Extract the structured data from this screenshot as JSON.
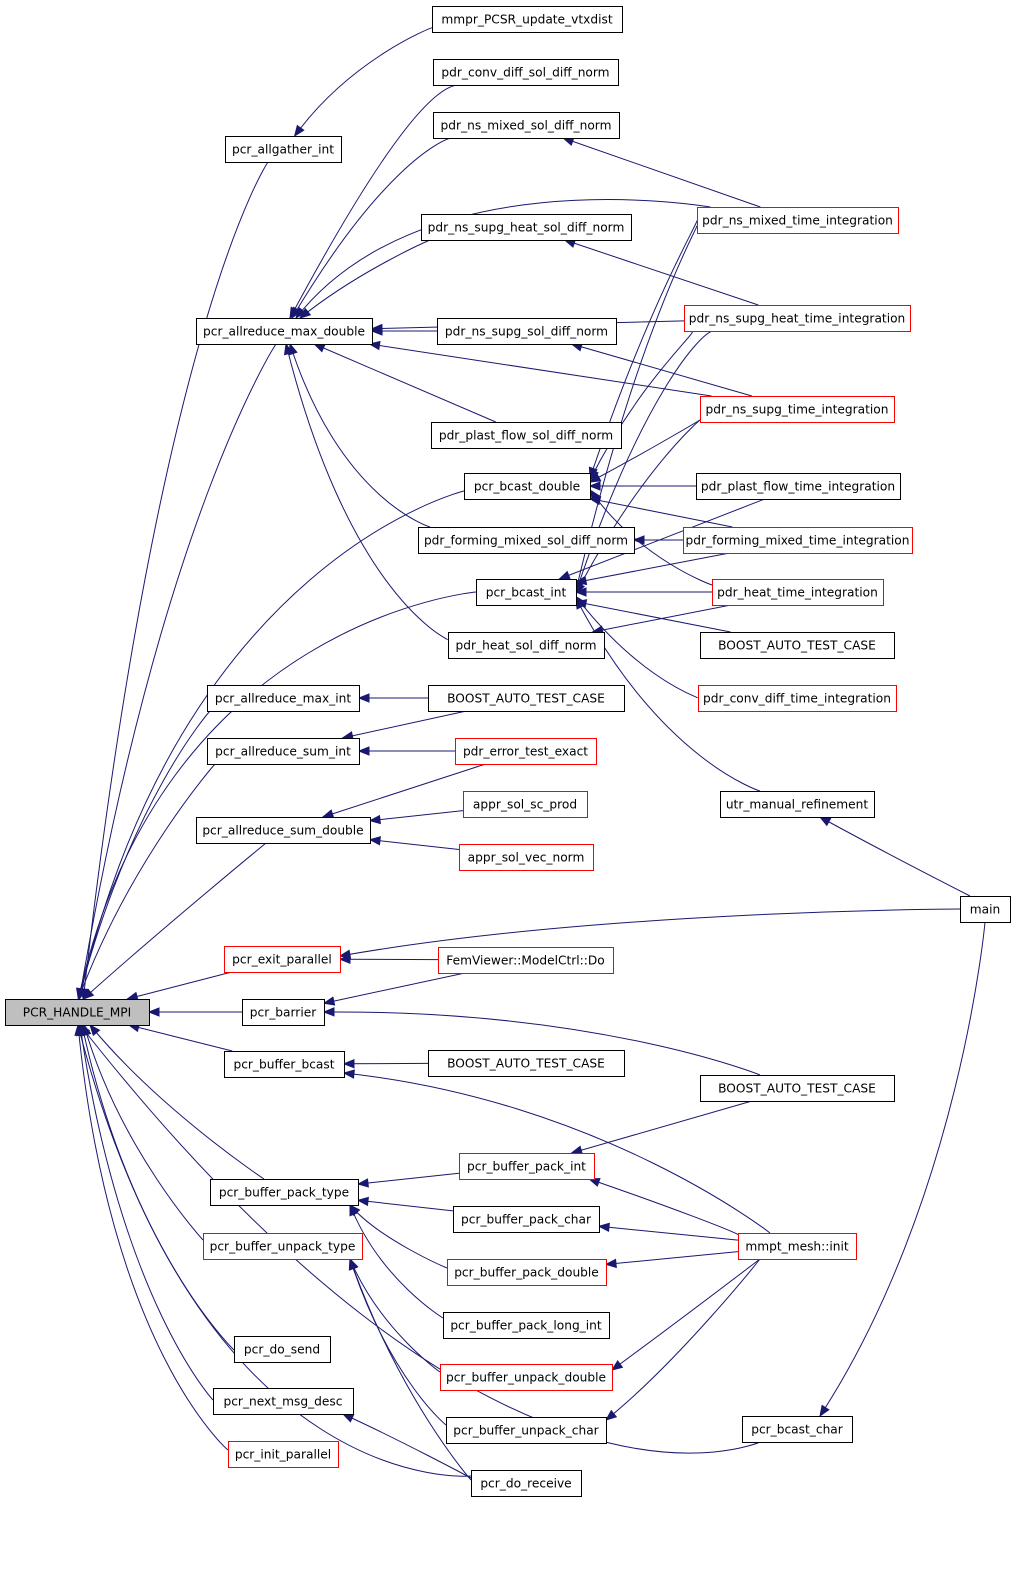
{
  "diagram": {
    "nodes": [
      {
        "id": "root",
        "label": "PCR_HANDLE_MPI",
        "border": "root",
        "bg": "#bfbfbf"
      },
      {
        "id": "mmpr_pcsr",
        "label": "mmpr_PCSR_update_vtxdist",
        "border": "black"
      },
      {
        "id": "pcr_allgather_int",
        "label": "pcr_allgather_int",
        "border": "black"
      },
      {
        "id": "pdr_conv_diff_sol",
        "label": "pdr_conv_diff_sol_diff_norm",
        "border": "black"
      },
      {
        "id": "pdr_ns_mixed_sol",
        "label": "pdr_ns_mixed_sol_diff_norm",
        "border": "black"
      },
      {
        "id": "pdr_ns_mixed_time",
        "label": "pdr_ns_mixed_time_integration",
        "border": "red"
      },
      {
        "id": "pdr_ns_supg_heat_sol",
        "label": "pdr_ns_supg_heat_sol_diff_norm",
        "border": "black"
      },
      {
        "id": "pdr_ns_supg_heat_time",
        "label": "pdr_ns_supg_heat_time_integration",
        "border": "red"
      },
      {
        "id": "pcr_allreduce_max_double",
        "label": "pcr_allreduce_max_double",
        "border": "black"
      },
      {
        "id": "pdr_ns_supg_sol",
        "label": "pdr_ns_supg_sol_diff_norm",
        "border": "black"
      },
      {
        "id": "pdr_ns_supg_time",
        "label": "pdr_ns_supg_time_integration",
        "border": "red"
      },
      {
        "id": "pdr_plast_flow_sol",
        "label": "pdr_plast_flow_sol_diff_norm",
        "border": "black"
      },
      {
        "id": "pcr_bcast_double",
        "label": "pcr_bcast_double",
        "border": "black"
      },
      {
        "id": "pdr_plast_flow_time",
        "label": "pdr_plast_flow_time_integration",
        "border": "black"
      },
      {
        "id": "pdr_forming_mixed_sol",
        "label": "pdr_forming_mixed_sol_diff_norm",
        "border": "black"
      },
      {
        "id": "pdr_forming_mixed_time",
        "label": "pdr_forming_mixed_time_integration",
        "border": "red"
      },
      {
        "id": "pcr_bcast_int",
        "label": "pcr_bcast_int",
        "border": "black"
      },
      {
        "id": "pdr_heat_time",
        "label": "pdr_heat_time_integration",
        "border": "red"
      },
      {
        "id": "pdr_heat_sol",
        "label": "pdr_heat_sol_diff_norm",
        "border": "black"
      },
      {
        "id": "boost1",
        "label": "BOOST_AUTO_TEST_CASE",
        "border": "black"
      },
      {
        "id": "pdr_conv_diff_time",
        "label": "pdr_conv_diff_time_integration",
        "border": "red"
      },
      {
        "id": "pcr_allreduce_max_int",
        "label": "pcr_allreduce_max_int",
        "border": "black"
      },
      {
        "id": "boost2",
        "label": "BOOST_AUTO_TEST_CASE",
        "border": "black"
      },
      {
        "id": "pcr_allreduce_sum_int",
        "label": "pcr_allreduce_sum_int",
        "border": "black"
      },
      {
        "id": "pdr_error_test_exact",
        "label": "pdr_error_test_exact",
        "border": "red"
      },
      {
        "id": "utr_manual_refinement",
        "label": "utr_manual_refinement",
        "border": "black"
      },
      {
        "id": "appr_sol_sc_prod",
        "label": "appr_sol_sc_prod",
        "border": "red"
      },
      {
        "id": "pcr_allreduce_sum_double",
        "label": "pcr_allreduce_sum_double",
        "border": "black"
      },
      {
        "id": "appr_sol_vec_norm",
        "label": "appr_sol_vec_norm",
        "border": "red"
      },
      {
        "id": "main",
        "label": "main",
        "border": "black"
      },
      {
        "id": "pcr_exit_parallel",
        "label": "pcr_exit_parallel",
        "border": "red"
      },
      {
        "id": "femviewer",
        "label": "FemViewer::ModelCtrl::Do",
        "border": "red"
      },
      {
        "id": "pcr_barrier",
        "label": "pcr_barrier",
        "border": "black"
      },
      {
        "id": "pcr_buffer_bcast",
        "label": "pcr_buffer_bcast",
        "border": "black"
      },
      {
        "id": "boost3",
        "label": "BOOST_AUTO_TEST_CASE",
        "border": "black"
      },
      {
        "id": "boost4",
        "label": "BOOST_AUTO_TEST_CASE",
        "border": "black"
      },
      {
        "id": "pcr_buffer_pack_int",
        "label": "pcr_buffer_pack_int",
        "border": "red"
      },
      {
        "id": "pcr_buffer_pack_type",
        "label": "pcr_buffer_pack_type",
        "border": "black"
      },
      {
        "id": "pcr_buffer_pack_char",
        "label": "pcr_buffer_pack_char",
        "border": "black"
      },
      {
        "id": "pcr_buffer_unpack_type",
        "label": "pcr_buffer_unpack_type",
        "border": "red"
      },
      {
        "id": "mmpt_mesh_init",
        "label": "mmpt_mesh::init",
        "border": "red"
      },
      {
        "id": "pcr_buffer_pack_double",
        "label": "pcr_buffer_pack_double",
        "border": "red"
      },
      {
        "id": "pcr_buffer_pack_long_int",
        "label": "pcr_buffer_pack_long_int",
        "border": "black"
      },
      {
        "id": "pcr_do_send",
        "label": "pcr_do_send",
        "border": "black"
      },
      {
        "id": "pcr_buffer_unpack_double",
        "label": "pcr_buffer_unpack_double",
        "border": "red"
      },
      {
        "id": "pcr_next_msg_desc",
        "label": "pcr_next_msg_desc",
        "border": "black"
      },
      {
        "id": "pcr_buffer_unpack_char",
        "label": "pcr_buffer_unpack_char",
        "border": "black"
      },
      {
        "id": "pcr_bcast_char",
        "label": "pcr_bcast_char",
        "border": "black"
      },
      {
        "id": "pcr_init_parallel",
        "label": "pcr_init_parallel",
        "border": "red"
      },
      {
        "id": "pcr_do_receive",
        "label": "pcr_do_receive",
        "border": "black"
      }
    ],
    "edges": [
      {
        "from": "mmpr_pcsr",
        "to": "pcr_allgather_int"
      },
      {
        "from": "pcr_allgather_int",
        "to": "root"
      },
      {
        "from": "pdr_conv_diff_sol",
        "to": "pcr_allreduce_max_double"
      },
      {
        "from": "pdr_ns_mixed_sol",
        "to": "pcr_allreduce_max_double"
      },
      {
        "from": "pdr_ns_mixed_time",
        "to": "pcr_allreduce_max_double"
      },
      {
        "from": "pdr_ns_mixed_time",
        "to": "pdr_ns_mixed_sol"
      },
      {
        "from": "pdr_ns_supg_heat_sol",
        "to": "pcr_allreduce_max_double"
      },
      {
        "from": "pdr_ns_supg_heat_time",
        "to": "pcr_allreduce_max_double"
      },
      {
        "from": "pdr_ns_supg_heat_time",
        "to": "pdr_ns_supg_heat_sol"
      },
      {
        "from": "pdr_ns_supg_sol",
        "to": "pcr_allreduce_max_double"
      },
      {
        "from": "pdr_ns_supg_time",
        "to": "pcr_allreduce_max_double"
      },
      {
        "from": "pdr_ns_supg_time",
        "to": "pdr_ns_supg_sol"
      },
      {
        "from": "pdr_plast_flow_sol",
        "to": "pcr_allreduce_max_double"
      },
      {
        "from": "pdr_forming_mixed_sol",
        "to": "pcr_allreduce_max_double"
      },
      {
        "from": "pdr_heat_sol",
        "to": "pcr_allreduce_max_double"
      },
      {
        "from": "pcr_allreduce_max_double",
        "to": "root"
      },
      {
        "from": "pdr_ns_mixed_time",
        "to": "pcr_bcast_double"
      },
      {
        "from": "pdr_ns_supg_heat_time",
        "to": "pcr_bcast_double"
      },
      {
        "from": "pdr_ns_supg_time",
        "to": "pcr_bcast_double"
      },
      {
        "from": "pdr_plast_flow_time",
        "to": "pcr_bcast_double"
      },
      {
        "from": "pdr_forming_mixed_time",
        "to": "pcr_bcast_double"
      },
      {
        "from": "pdr_heat_time",
        "to": "pcr_bcast_double"
      },
      {
        "from": "pcr_bcast_double",
        "to": "root"
      },
      {
        "from": "pdr_forming_mixed_time",
        "to": "pdr_forming_mixed_sol"
      },
      {
        "from": "pdr_ns_mixed_time",
        "to": "pcr_bcast_int"
      },
      {
        "from": "pdr_ns_supg_heat_time",
        "to": "pcr_bcast_int"
      },
      {
        "from": "pdr_ns_supg_time",
        "to": "pcr_bcast_int"
      },
      {
        "from": "pdr_plast_flow_time",
        "to": "pcr_bcast_int"
      },
      {
        "from": "pdr_forming_mixed_time",
        "to": "pcr_bcast_int"
      },
      {
        "from": "pdr_heat_time",
        "to": "pcr_bcast_int"
      },
      {
        "from": "boost1",
        "to": "pcr_bcast_int"
      },
      {
        "from": "pdr_conv_diff_time",
        "to": "pcr_bcast_int"
      },
      {
        "from": "utr_manual_refinement",
        "to": "pcr_bcast_int"
      },
      {
        "from": "pcr_bcast_int",
        "to": "root"
      },
      {
        "from": "pdr_heat_time",
        "to": "pdr_heat_sol"
      },
      {
        "from": "boost2",
        "to": "pcr_allreduce_max_int"
      },
      {
        "from": "pcr_allreduce_max_int",
        "to": "root"
      },
      {
        "from": "boost2",
        "to": "pcr_allreduce_sum_int"
      },
      {
        "from": "pdr_error_test_exact",
        "to": "pcr_allreduce_sum_int"
      },
      {
        "from": "pcr_allreduce_sum_int",
        "to": "root"
      },
      {
        "from": "pdr_error_test_exact",
        "to": "pcr_allreduce_sum_double"
      },
      {
        "from": "appr_sol_sc_prod",
        "to": "pcr_allreduce_sum_double"
      },
      {
        "from": "appr_sol_vec_norm",
        "to": "pcr_allreduce_sum_double"
      },
      {
        "from": "pcr_allreduce_sum_double",
        "to": "root"
      },
      {
        "from": "main",
        "to": "utr_manual_refinement"
      },
      {
        "from": "main",
        "to": "pcr_exit_parallel"
      },
      {
        "from": "femviewer",
        "to": "pcr_exit_parallel"
      },
      {
        "from": "pcr_exit_parallel",
        "to": "root"
      },
      {
        "from": "femviewer",
        "to": "pcr_barrier"
      },
      {
        "from": "boost4",
        "to": "pcr_barrier"
      },
      {
        "from": "pcr_barrier",
        "to": "root"
      },
      {
        "from": "boost3",
        "to": "pcr_buffer_bcast"
      },
      {
        "from": "mmpt_mesh_init",
        "to": "pcr_buffer_bcast"
      },
      {
        "from": "pcr_buffer_bcast",
        "to": "root"
      },
      {
        "from": "boost4",
        "to": "pcr_buffer_pack_int"
      },
      {
        "from": "mmpt_mesh_init",
        "to": "pcr_buffer_pack_int"
      },
      {
        "from": "pcr_buffer_pack_int",
        "to": "pcr_buffer_pack_type"
      },
      {
        "from": "pcr_buffer_pack_char",
        "to": "pcr_buffer_pack_type"
      },
      {
        "from": "pcr_buffer_pack_double",
        "to": "pcr_buffer_pack_type"
      },
      {
        "from": "pcr_buffer_pack_long_int",
        "to": "pcr_buffer_pack_type"
      },
      {
        "from": "pcr_buffer_pack_type",
        "to": "root"
      },
      {
        "from": "mmpt_mesh_init",
        "to": "pcr_buffer_pack_char"
      },
      {
        "from": "mmpt_mesh_init",
        "to": "pcr_buffer_pack_double"
      },
      {
        "from": "pcr_buffer_unpack_double",
        "to": "pcr_buffer_unpack_type"
      },
      {
        "from": "pcr_buffer_unpack_char",
        "to": "pcr_buffer_unpack_type"
      },
      {
        "from": "pcr_do_receive",
        "to": "pcr_buffer_unpack_type"
      },
      {
        "from": "pcr_buffer_unpack_type",
        "to": "root"
      },
      {
        "from": "mmpt_mesh_init",
        "to": "pcr_buffer_unpack_double"
      },
      {
        "from": "mmpt_mesh_init",
        "to": "pcr_buffer_unpack_char"
      },
      {
        "from": "pcr_do_send",
        "to": "root"
      },
      {
        "from": "pcr_do_receive",
        "to": "pcr_next_msg_desc"
      },
      {
        "from": "pcr_next_msg_desc",
        "to": "root"
      },
      {
        "from": "pcr_init_parallel",
        "to": "root"
      },
      {
        "from": "pcr_do_receive",
        "to": "root"
      },
      {
        "from": "main",
        "to": "pcr_bcast_char"
      },
      {
        "from": "pcr_bcast_char",
        "to": "root"
      }
    ]
  }
}
